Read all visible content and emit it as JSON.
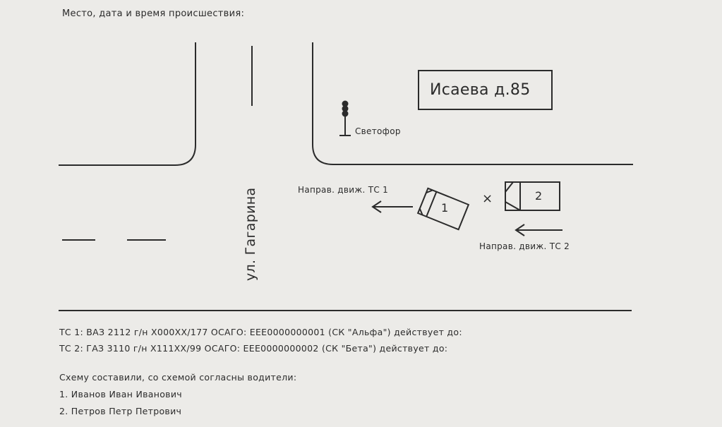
{
  "header": "Место, дата и время происшествия:",
  "diagram": {
    "building_label": "Исаева д.85",
    "traffic_light_label": "Светофор",
    "street_label": "ул. Гагарина",
    "vehicle_1_label": "1",
    "vehicle_2_label": "2",
    "impact_mark": "×",
    "direction_1_label": "Направ. движ. ТС 1",
    "direction_2_label": "Направ. движ. ТС 2"
  },
  "vehicles": [
    {
      "line": "ТС 1:  ВАЗ 2112   г/н   Х000ХХ/177   ОСАГО: ЕЕЕ0000000001 (СК \"Альфа\")   действует до:"
    },
    {
      "line": "ТС 2:  ГАЗ 3110   г/н   Х111ХХ/99     ОСАГО: ЕЕЕ0000000002 (СК \"Бета\")   действует до:"
    }
  ],
  "signatures": {
    "title": "Схему составили, со схемой согласны водители:",
    "drivers": [
      "1.  Иванов Иван Иванович",
      "2.  Петров Петр Петрович"
    ]
  }
}
